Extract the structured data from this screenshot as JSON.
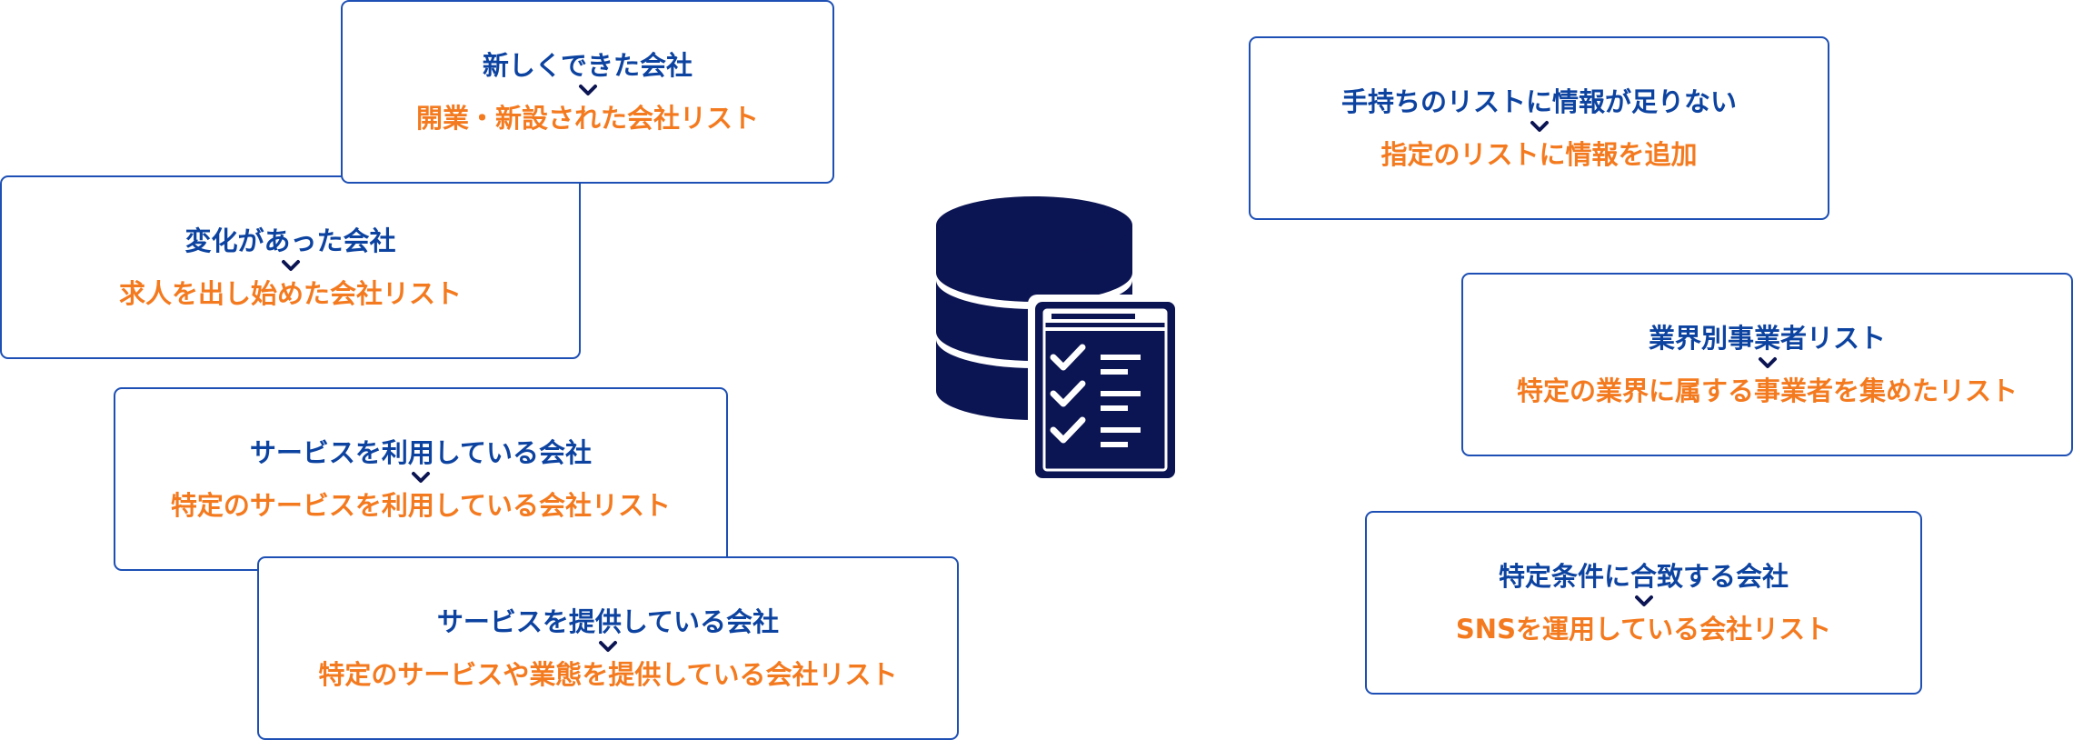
{
  "colors": {
    "border": "#1d4fb4",
    "top_text": "#0d43a0",
    "bottom_text": "#f47a1f",
    "icon_navy": "#0c1553"
  },
  "icon": "database-checklist-icon",
  "cards": [
    {
      "top": "新しくできた会社",
      "bottom": "開業・新設された会社リスト"
    },
    {
      "top": "変化があった会社",
      "bottom": "求人を出し始めた会社リスト"
    },
    {
      "top": "サービスを利用している会社",
      "bottom": "特定のサービスを利用している会社リスト"
    },
    {
      "top": "サービスを提供している会社",
      "bottom": "特定のサービスや業態を提供している会社リスト"
    },
    {
      "top": "手持ちのリストに情報が足りない",
      "bottom": "指定のリストに情報を追加"
    },
    {
      "top": "業界別事業者リスト",
      "bottom": "特定の業界に属する事業者を集めたリスト"
    },
    {
      "top": "特定条件に合致する会社",
      "bottom": "SNSを運用している会社リスト"
    }
  ]
}
